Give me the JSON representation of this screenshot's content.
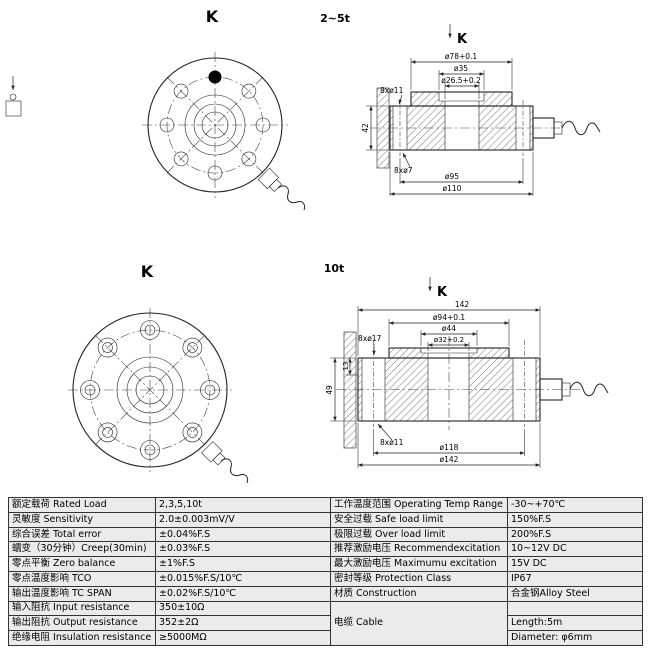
{
  "drawing_top": {
    "view_label": "K",
    "capacity": "2~5t",
    "section_label": "K",
    "dims": {
      "boss_od": "ø78+0.1",
      "recess": "ø35",
      "bore": "ø26.5+0.2",
      "bolt_top": "8xø11",
      "height": "42",
      "bolt_bottom": "8xø7",
      "bolt_circle": "ø95",
      "outer": "ø110"
    }
  },
  "drawing_bottom": {
    "view_label": "K",
    "capacity": "10t",
    "section_label": "K",
    "dims": {
      "width": "142",
      "boss_od": "ø94+0.1",
      "recess": "ø44",
      "bore": "ø32+0.2",
      "bolt_top": "8xø17",
      "height": "49",
      "plate": "13",
      "bolt_bottom": "8xø11",
      "bolt_circle": "ø118",
      "outer": "ø142"
    }
  },
  "table": {
    "rows": [
      [
        "额定载荷 Rated Load",
        "2,3,5,10t",
        "工作温度范围 Operating Temp Range",
        "-30~+70℃"
      ],
      [
        "灵敏度 Sensitivity",
        "2.0±0.003mV/V",
        "安全过载 Safe load limit",
        "150%F.S"
      ],
      [
        "综合误差 Total error",
        "±0.04%F.S",
        "极限过载 Over load limit",
        "200%F.S"
      ],
      [
        "蠕变（30分钟）Creep(30min)",
        "±0.03%F.S",
        "推荐激励电压 Recommendexcitation",
        "10~12V DC"
      ],
      [
        "零点平衡 Zero balance",
        "±1%F.S",
        "最大激励电压 Maximumu excitation",
        "15V DC"
      ],
      [
        "零点温度影响 TCO",
        "±0.015%F.S/10℃",
        "密封等级 Protection Class",
        "IP67"
      ],
      [
        "输出温度影响 TC SPAN",
        "±0.02%F.S/10℃",
        "材质 Construction",
        "合金钢Alloy Steel"
      ],
      [
        "输入阻抗 Input resistance",
        "350±10Ω",
        "电缆 Cable",
        ""
      ],
      [
        "输出阻抗 Output resistance",
        "352±2Ω",
        "",
        "Length:5m"
      ],
      [
        "绝缘电阻 Insulation resistance",
        "≥5000MΩ",
        "",
        "Diameter: φ6mm"
      ]
    ]
  }
}
